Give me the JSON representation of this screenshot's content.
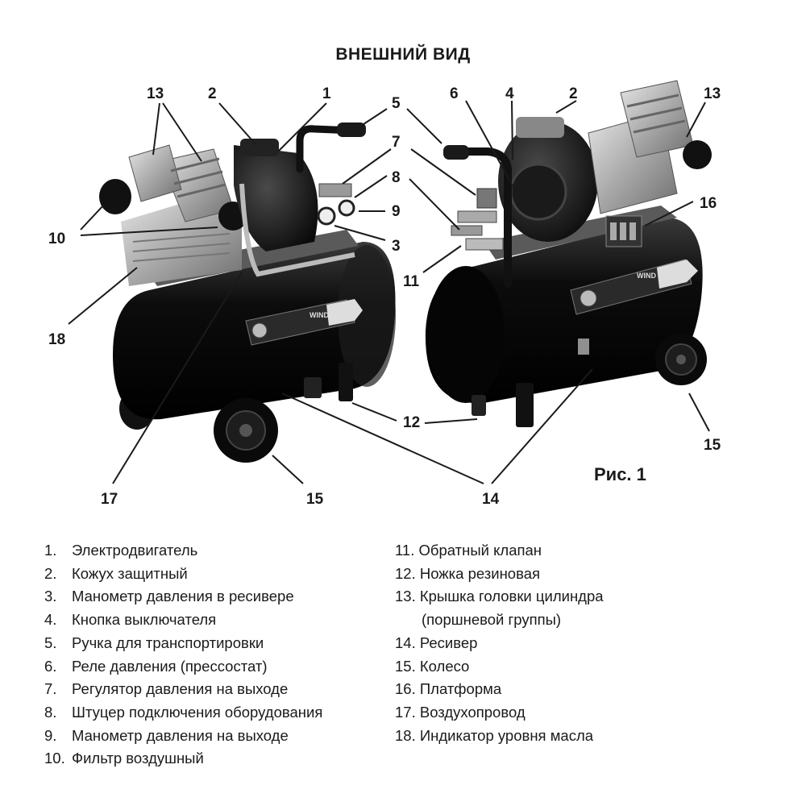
{
  "title": "ВНЕШНИЙ ВИД",
  "figure_caption": "Рис. 1",
  "callouts": {
    "c1": "1",
    "c2": "2",
    "c2b": "2",
    "c3": "3",
    "c4": "4",
    "c5": "5",
    "c6": "6",
    "c7": "7",
    "c8": "8",
    "c9": "9",
    "c10": "10",
    "c11": "11",
    "c12": "12",
    "c13": "13",
    "c13b": "13",
    "c14": "14",
    "c15": "15",
    "c15b": "15",
    "c16": "16",
    "c17": "17",
    "c18": "18"
  },
  "product_label": "WIND",
  "legend_left": [
    {
      "num": "1.",
      "text": "Электродвигатель"
    },
    {
      "num": "2.",
      "text": "Кожух защитный"
    },
    {
      "num": "3.",
      "text": "Манометр давления в ресивере"
    },
    {
      "num": "4.",
      "text": "Кнопка выключателя"
    },
    {
      "num": "5.",
      "text": "Ручка для транспортировки"
    },
    {
      "num": "6.",
      "text": "Реле давления (прессостат)"
    },
    {
      "num": "7.",
      "text": "Регулятор давления на выходе"
    },
    {
      "num": "8.",
      "text": "Штуцер подключения оборудования"
    },
    {
      "num": "9.",
      "text": "Манометр давления на выходе"
    },
    {
      "num": "10.",
      "text": "Фильтр воздушный"
    }
  ],
  "legend_right": [
    {
      "num": "11.",
      "text": "Обратный клапан"
    },
    {
      "num": "12.",
      "text": "Ножка резиновая"
    },
    {
      "num": "13.",
      "text": "Крышка головки цилиндра"
    },
    {
      "num": "",
      "text": "(поршневой группы)"
    },
    {
      "num": "14.",
      "text": "Ресивер"
    },
    {
      "num": "15.",
      "text": "Колесо"
    },
    {
      "num": "16.",
      "text": "Платформа"
    },
    {
      "num": "17.",
      "text": "Воздухопровод"
    },
    {
      "num": "18.",
      "text": "Индикатор уровня масла"
    }
  ]
}
